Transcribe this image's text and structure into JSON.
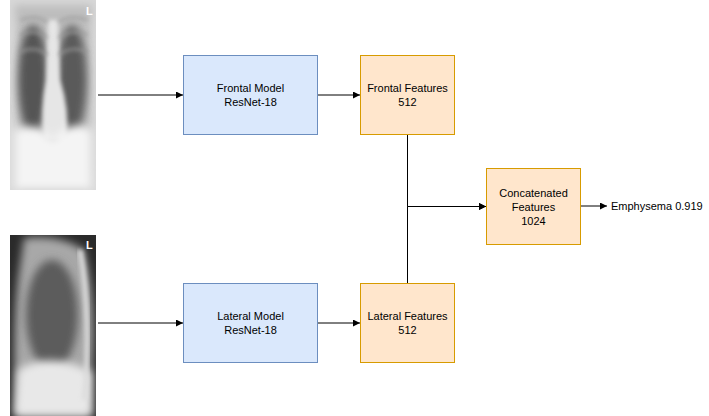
{
  "diagram": {
    "nodes": [
      {
        "text": [
          "Frontal Model",
          "ResNet-18"
        ]
      },
      {
        "text": [
          "Frontal Features",
          "512"
        ]
      },
      {
        "text": [
          "Lateral Model",
          "ResNet-18"
        ]
      },
      {
        "text": [
          "Lateral Features",
          "512"
        ]
      },
      {
        "text": [
          "Concatenated",
          "Features",
          "1024"
        ]
      }
    ],
    "edges": [
      {
        "from": 0,
        "to": 1,
        "arrow": "to"
      },
      {
        "from": 2,
        "to": 3,
        "arrow": "to"
      },
      {
        "from": 1,
        "to": 4,
        "arrow": "to"
      },
      {
        "from": 3,
        "to": 4,
        "arrow": "to"
      }
    ],
    "labels": [
      "L",
      "L",
      "Emphysema 0.919"
    ]
  }
}
